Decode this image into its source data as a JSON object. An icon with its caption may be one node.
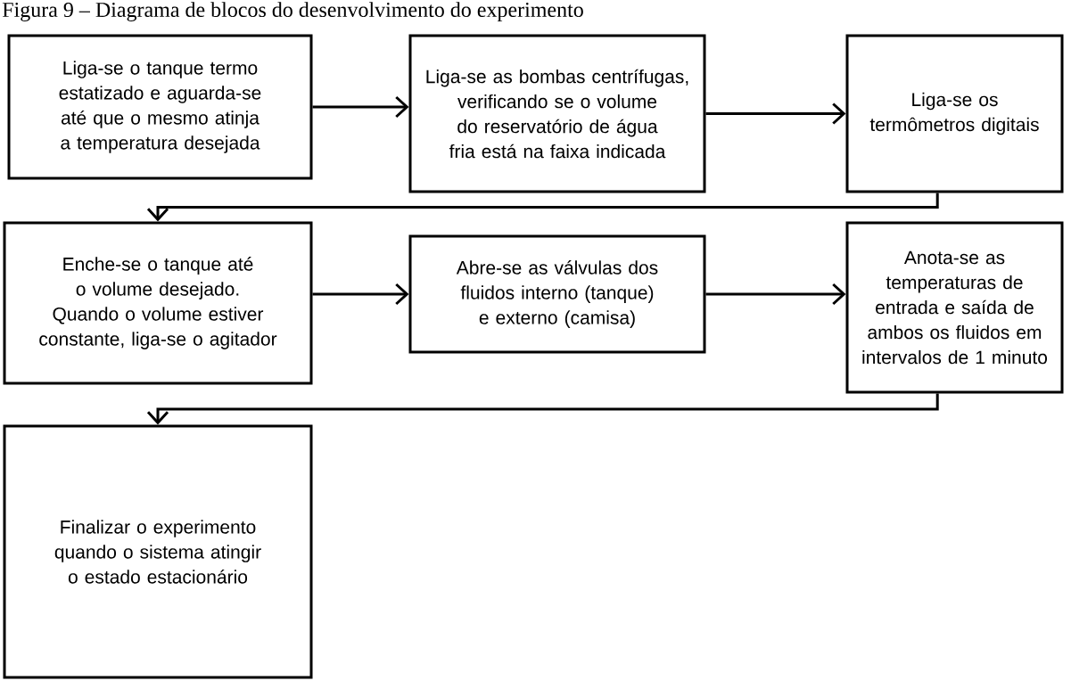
{
  "diagram": {
    "title": "Figura 9 – Diagrama de blocos do desenvolvimento do experimento",
    "nodes": [
      {
        "text": [
          "Liga-se o tanque termo estatizado e aguarda-se até que o mesmo atinja a temperatura desejada"
        ]
      },
      {
        "text": [
          "Liga-se as bombas centrífugas, verificando se o volume do reservatório de água fria está na faixa indicada"
        ]
      },
      {
        "text": [
          "Liga-se os termômetros digitais"
        ]
      },
      {
        "text": [
          "Enche-se o tanque até o volume desejado. Quando o volume estiver constante, liga-se o agitador"
        ]
      },
      {
        "text": [
          "Abre-se as válvulas dos fluidos interno (tanque) e externo (camisa)"
        ]
      },
      {
        "text": [
          "Anota-se as temperaturas de entrada e saída de ambos os fluidos em intervalos de 1 minuto"
        ]
      },
      {
        "text": [
          "Finalizar o experimento quando o sistema atingir o estado estacionário"
        ]
      }
    ],
    "edges": [
      {
        "from": 0,
        "to": 1,
        "arrow": "to"
      },
      {
        "from": 1,
        "to": 2,
        "arrow": "to"
      },
      {
        "from": 2,
        "to": 3,
        "arrow": "to"
      },
      {
        "from": 3,
        "to": 4,
        "arrow": "to"
      },
      {
        "from": 4,
        "to": 5,
        "arrow": "to"
      },
      {
        "from": 5,
        "to": 6,
        "arrow": "to"
      }
    ]
  }
}
